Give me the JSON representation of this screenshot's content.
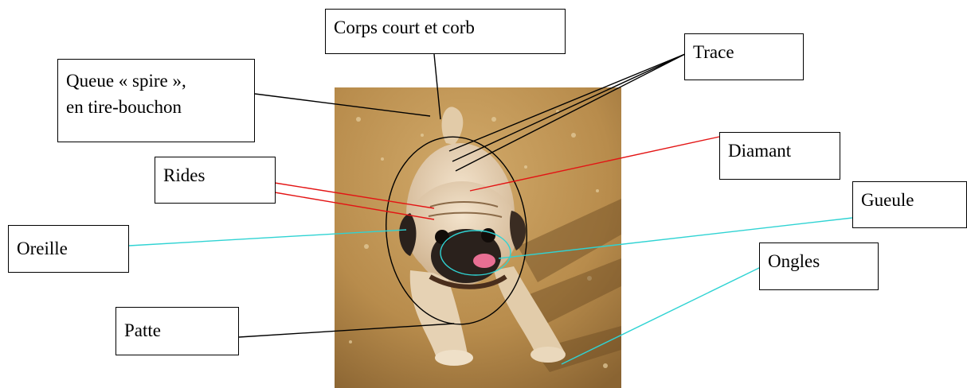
{
  "labels": {
    "corps": "Corps court et  corb",
    "trace": "Trace",
    "queue": "Queue   « spire »,\nen tire-bouchon",
    "diamant": "Diamant",
    "rides": "Rides",
    "gueule": "Gueule",
    "oreille": "Oreille",
    "ongles": "Ongles",
    "patte": "Patte"
  },
  "colors": {
    "black_leader": "#000000",
    "red_leader": "#e31414",
    "cyan_leader": "#2fd3d3"
  },
  "photo": {
    "subject": "pug-dog-on-dirt",
    "ground": "#c49a5a",
    "fur": "#e9d3b6",
    "mask": "#2a211c"
  }
}
